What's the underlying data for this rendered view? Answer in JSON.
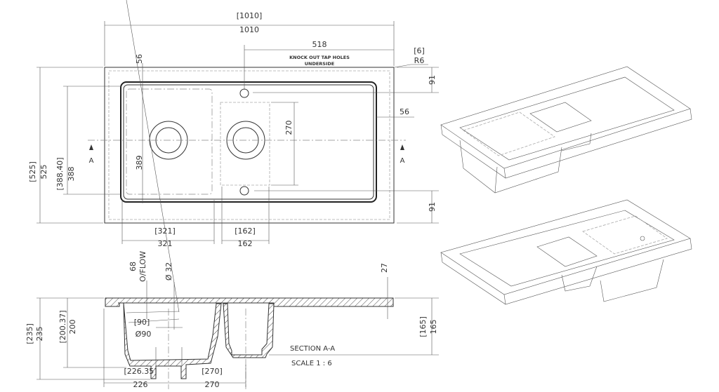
{
  "plan": {
    "width_ref": "[1010]",
    "width": "1010",
    "tap_offset": "518",
    "note_line1": "KNOCK OUT TAP HOLES",
    "note_line2": "UNDERSIDE",
    "radius_ref": "[6]",
    "radius": "R6",
    "rim_top": "56",
    "rim_right": "56",
    "tap_top": "91",
    "tap_bottom": "91",
    "depth_ref": "[525]",
    "depth": "525",
    "bowl_len_ref": "[388.40]",
    "bowl_len": "388",
    "bowl_inner": "389",
    "small_bowl_len": "270",
    "section_mark_left": "A",
    "section_mark_right": "A",
    "bowl_w_ref": "[321]",
    "bowl_w": "321",
    "small_w_ref": "[162]",
    "small_w": "162"
  },
  "section": {
    "overflow_num": "68",
    "overflow_label": "O/FLOW",
    "waste_dia_small": "Ø 32",
    "thickness": "27",
    "height_ref": "[235]",
    "height": "235",
    "bowl_depth_ref": "[200.37]",
    "bowl_depth": "200",
    "small_depth_ref": "[165]",
    "small_depth": "165",
    "waste_ref": "[90]",
    "waste": "Ø90",
    "waste_offset_ref": "[226.35]",
    "waste_offset": "226",
    "bowl_spacing_ref": "[270]",
    "bowl_spacing": "270",
    "title": "SECTION A-A",
    "scale": "SCALE 1 : 6"
  }
}
